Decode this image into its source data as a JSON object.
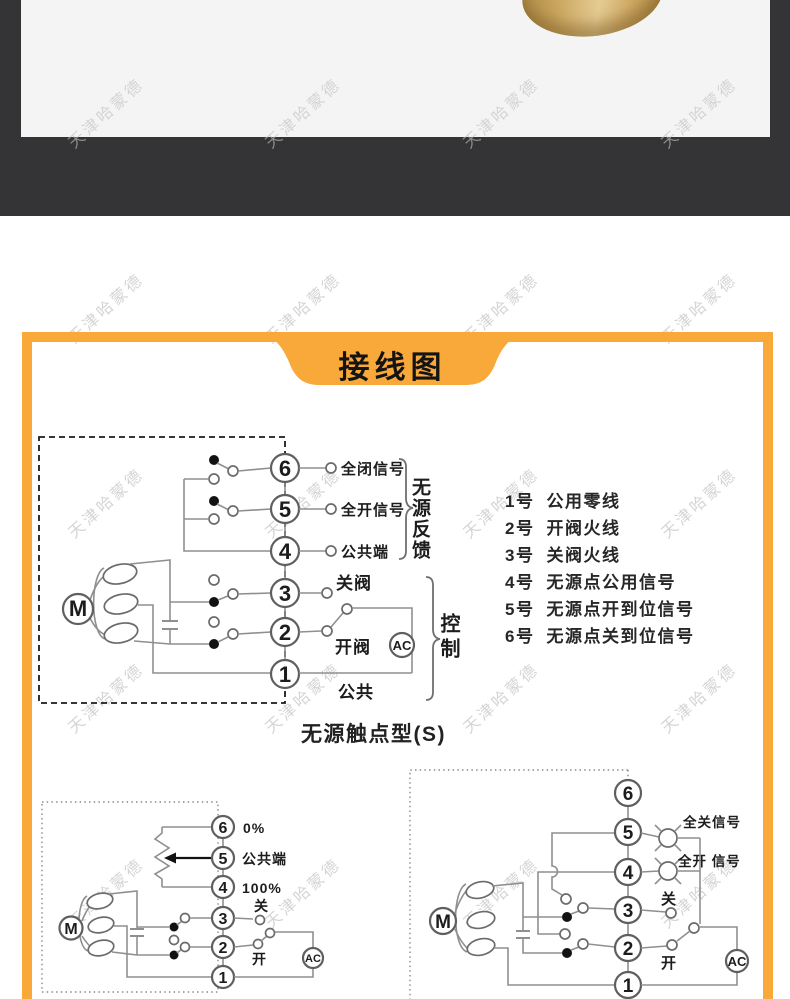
{
  "watermark": {
    "text": "天津哈蒙德"
  },
  "banner": {
    "title": "接线图"
  },
  "colors": {
    "accent_orange": "#F9A83A",
    "dark_band": "#343436",
    "photo_bg": "#f3f4f3"
  },
  "main": {
    "terminals": [
      "6",
      "5",
      "4",
      "3",
      "2",
      "1"
    ],
    "labels": {
      "full_close": "全闭信号",
      "full_open": "全开信号",
      "common_term": "公共端",
      "close_valve": "关阀",
      "open_valve": "开阀",
      "common": "公共",
      "feedback": "无源反馈",
      "control": "控制",
      "motor": "M",
      "ac": "AC"
    },
    "caption": "无源触点型(S)"
  },
  "notes": {
    "items": [
      {
        "no": "1号",
        "desc": "公用零线"
      },
      {
        "no": "2号",
        "desc": "开阀火线"
      },
      {
        "no": "3号",
        "desc": "关阀火线"
      },
      {
        "no": "4号",
        "desc": "无源点公用信号"
      },
      {
        "no": "5号",
        "desc": "无源点开到位信号"
      },
      {
        "no": "6号",
        "desc": "无源点关到位信号"
      }
    ]
  },
  "bl": {
    "terminals": [
      "6",
      "5",
      "4",
      "3",
      "2",
      "1"
    ],
    "labels": {
      "zero": "0%",
      "common_term": "公共端",
      "hundred": "100%",
      "close": "关",
      "open": "开",
      "motor": "M",
      "ac": "AC"
    }
  },
  "br": {
    "terminals": [
      "6",
      "5",
      "4",
      "3",
      "2",
      "1"
    ],
    "labels": {
      "full_close": "全关信号",
      "full_open": "全开 信号",
      "close": "关",
      "open": "开",
      "motor": "M",
      "ac": "AC"
    }
  }
}
